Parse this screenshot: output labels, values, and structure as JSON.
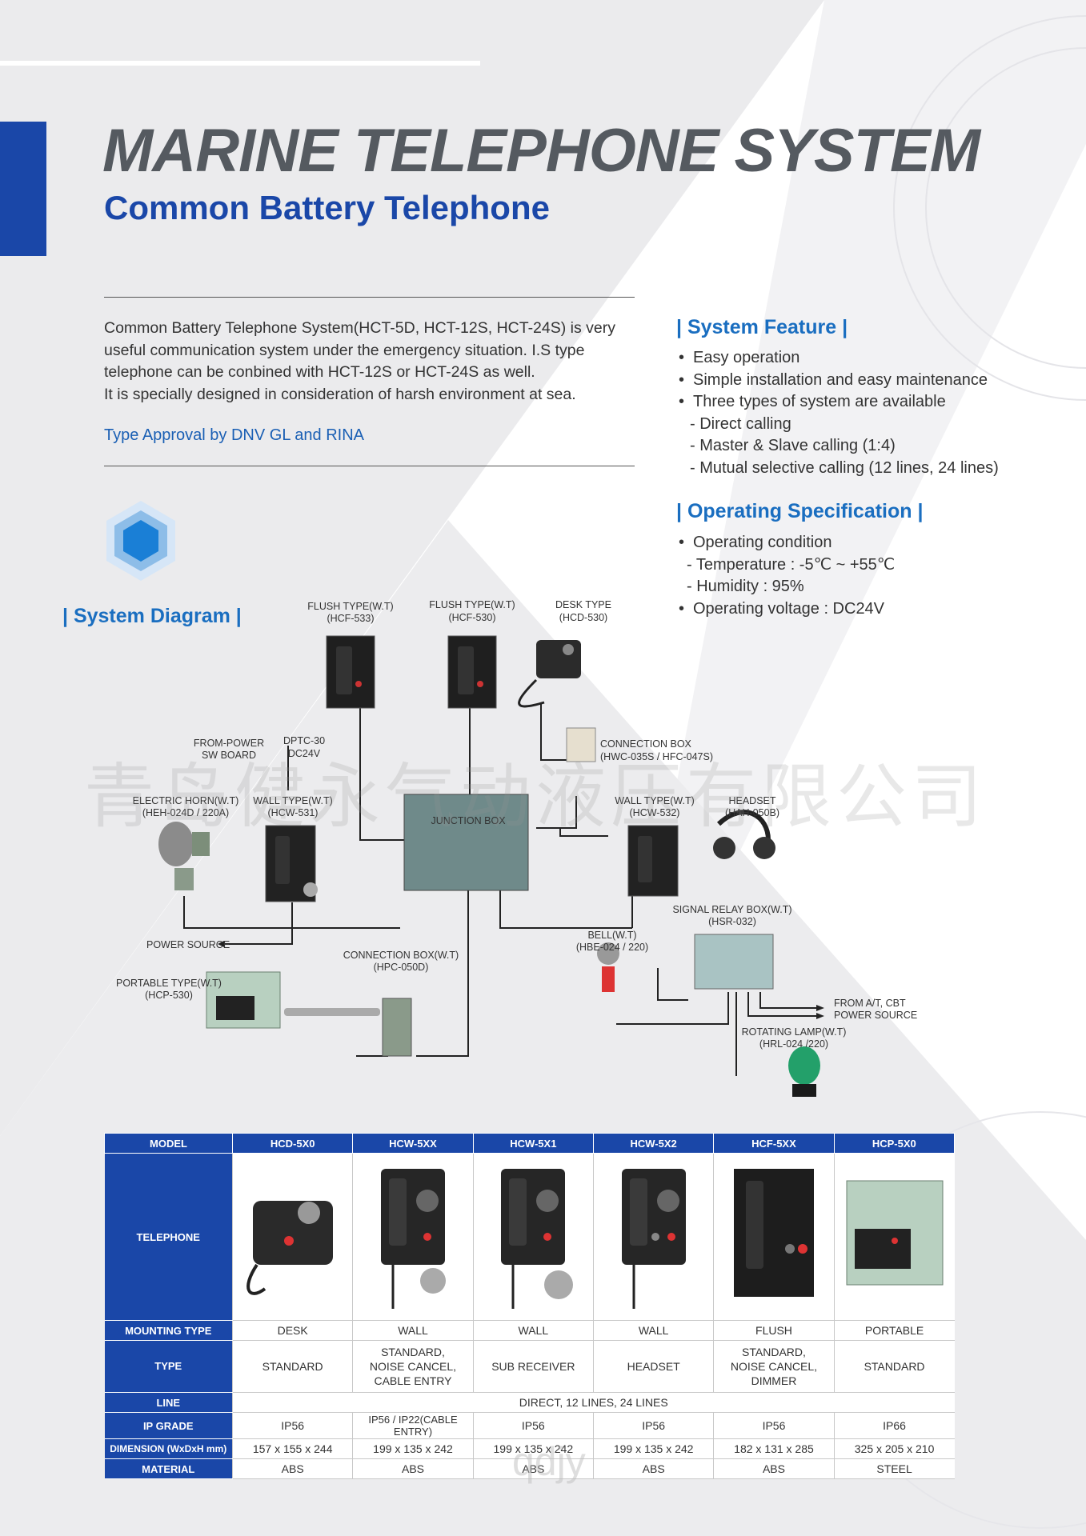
{
  "header": {
    "title": "MARINE TELEPHONE SYSTEM",
    "subtitle": "Common Battery Telephone"
  },
  "intro": {
    "paragraph": "Common Battery Telephone System(HCT-5D, HCT-12S, HCT-24S) is very useful communication system under the emergency situation. I.S type telephone can be conbined with HCT-12S or HCT-24S as well.",
    "paragraph2": "It is specially designed in consideration of harsh environment at sea.",
    "approval": "Type Approval by DNV GL and RINA"
  },
  "feature": {
    "heading": "| System Feature |",
    "items": [
      "Easy operation",
      "Simple installation and easy maintenance",
      "Three types of system are available",
      "- Direct calling",
      "- Master & Slave calling (1:4)",
      "- Mutual selective calling (12 lines, 24 lines)"
    ]
  },
  "spec": {
    "heading": "| Operating Specification |",
    "items": [
      "Operating condition",
      "- Temperature : -5℃ ~ +55℃",
      "- Humidity : 95%",
      "Operating voltage : DC24V"
    ]
  },
  "diagram": {
    "heading": "| System Diagram |",
    "labels": {
      "flush1": "FLUSH TYPE(W.T)",
      "flush1_model": "(HCF-533)",
      "flush2": "FLUSH TYPE(W.T)",
      "flush2_model": "(HCF-530)",
      "desk": "DESK TYPE",
      "desk_model": "(HCD-530)",
      "from_power": "FROM-POWER",
      "sw_board": "SW BOARD",
      "dptc": "DPTC-30",
      "dc24v": "DC24V",
      "conn_box": "CONNECTION BOX",
      "conn_box_model": "(HWC-035S / HFC-047S)",
      "horn": "ELECTRIC HORN(W.T)",
      "horn_model": "(HEH-024D / 220A)",
      "wall1": "WALL TYPE(W.T)",
      "wall1_model": "(HCW-531)",
      "junction": "JUNCTION BOX",
      "wall2": "WALL TYPE(W.T)",
      "wall2_model": "(HCW-532)",
      "headset": "HEADSET",
      "headset_model": "(HAH-050B)",
      "signal_relay": "SIGNAL RELAY BOX(W.T)",
      "signal_relay_model": "(HSR-032)",
      "power_source": "POWER SOURCE",
      "bell": "BELL(W.T)",
      "bell_model": "(HBE-024 / 220)",
      "conn_box_wt": "CONNECTION BOX(W.T)",
      "conn_box_wt_model": "(HPC-050D)",
      "portable": "PORTABLE TYPE(W.T)",
      "portable_model": "(HCP-530)",
      "from_at": "FROM A/T, CBT",
      "from_at2": "POWER SOURCE",
      "rot_lamp": "ROTATING LAMP(W.T)",
      "rot_lamp_model": "(HRL-024 /220)"
    }
  },
  "watermark": "青岛健永气动液压有限公司",
  "watermark2": "qdjy",
  "table": {
    "header": [
      "MODEL",
      "HCD-5X0",
      "HCW-5XX",
      "HCW-5X1",
      "HCW-5X2",
      "HCF-5XX",
      "HCP-5X0"
    ],
    "telephone_label": "TELEPHONE",
    "mounting": [
      "MOUNTING TYPE",
      "DESK",
      "WALL",
      "WALL",
      "WALL",
      "FLUSH",
      "PORTABLE"
    ],
    "type": [
      "TYPE",
      "STANDARD",
      "STANDARD,\nNOISE CANCEL,\nCABLE ENTRY",
      "SUB RECEIVER",
      "HEADSET",
      "STANDARD,\nNOISE CANCEL,\nDIMMER",
      "STANDARD"
    ],
    "line_label": "LINE",
    "line_value": "DIRECT, 12 LINES, 24 LINES",
    "ip": [
      "IP GRADE",
      "IP56",
      "IP56 / IP22(CABLE ENTRY)",
      "IP56",
      "IP56",
      "IP56",
      "IP66"
    ],
    "dimension": [
      "DIMENSION (WxDxH mm)",
      "157 x 155 x 244",
      "199 x 135 x 242",
      "199 x 135 x 242",
      "199 x 135 x 242",
      "182 x 131 x 285",
      "325 x 205 x 210"
    ],
    "material": [
      "MATERIAL",
      "ABS",
      "ABS",
      "ABS",
      "ABS",
      "ABS",
      "STEEL"
    ]
  },
  "colors": {
    "accent": "#1a47a8",
    "heading_blue": "#1a6ec0",
    "title_gray": "#555a60"
  }
}
